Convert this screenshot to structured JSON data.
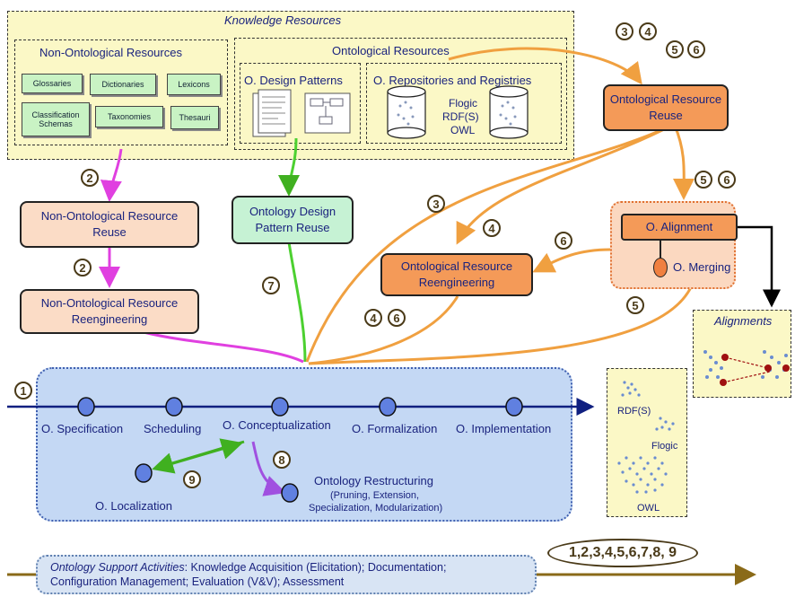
{
  "knowledge_resources": {
    "title": "Knowledge Resources",
    "non_ontological": {
      "title": "Non-Ontological Resources",
      "items": [
        "Glossaries",
        "Dictionaries",
        "Lexicons",
        "Classification Schemas",
        "Taxonomies",
        "Thesauri"
      ]
    },
    "ontological": {
      "title": "Ontological Resources",
      "design_patterns_title": "O. Design Patterns",
      "repositories_title": "O. Repositories and Registries",
      "repository_formats": [
        "Flogic",
        "RDF(S)",
        "OWL"
      ]
    }
  },
  "processes": {
    "non_onto_reuse": "Non-Ontological Resource Reuse",
    "non_onto_reengineering": "Non-Ontological Resource Reengineering",
    "design_pattern_reuse": "Ontology Design Pattern Reuse",
    "onto_resource_reuse": "Ontological Resource Reuse",
    "onto_resource_reengineering": "Ontological Resource Reengineering",
    "alignment": "O. Alignment",
    "merging": "O. Merging",
    "alignments_box": "Alignments"
  },
  "activities": {
    "specification": "O. Specification",
    "scheduling": "Scheduling",
    "conceptualization": "O. Conceptualization",
    "formalization": "O. Formalization",
    "implementation": "O. Implementation",
    "localization": "O. Localization",
    "restructuring": "Ontology Restructuring",
    "restructuring_detail_1": "(Pruning, Extension,",
    "restructuring_detail_2": "Specialization, Modularization)"
  },
  "implementation_formats": [
    "RDF(S)",
    "Flogic",
    "OWL"
  ],
  "scenario_numbers": {
    "top_right_1": "3",
    "top_right_2": "4",
    "top_right_3": "5",
    "top_right_4": "6",
    "non_onto_1": "2",
    "non_onto_2": "2",
    "reuse_3": "3",
    "reuse_4": "4",
    "alignment_5": "5",
    "alignment_6": "6",
    "merging_6": "6",
    "pattern_7": "7",
    "reeng_4": "4",
    "reeng_6": "6",
    "right_5": "5",
    "main_1": "1",
    "restructuring_8": "8",
    "localization_9": "9",
    "all": "1,2,3,4,5,6,7,8, 9"
  },
  "support": {
    "label": "Ontology Support Activities",
    "line1_rest": ": Knowledge Acquisition (Elicitation); Documentation;",
    "line2": "Configuration Management; Evaluation (V&V); Assessment"
  },
  "colors": {
    "magenta": "#e040e0",
    "green": "#4cd030",
    "orange": "#f0a040",
    "purple": "#a050e0",
    "navy": "#102080",
    "olive": "#8a6a18"
  }
}
